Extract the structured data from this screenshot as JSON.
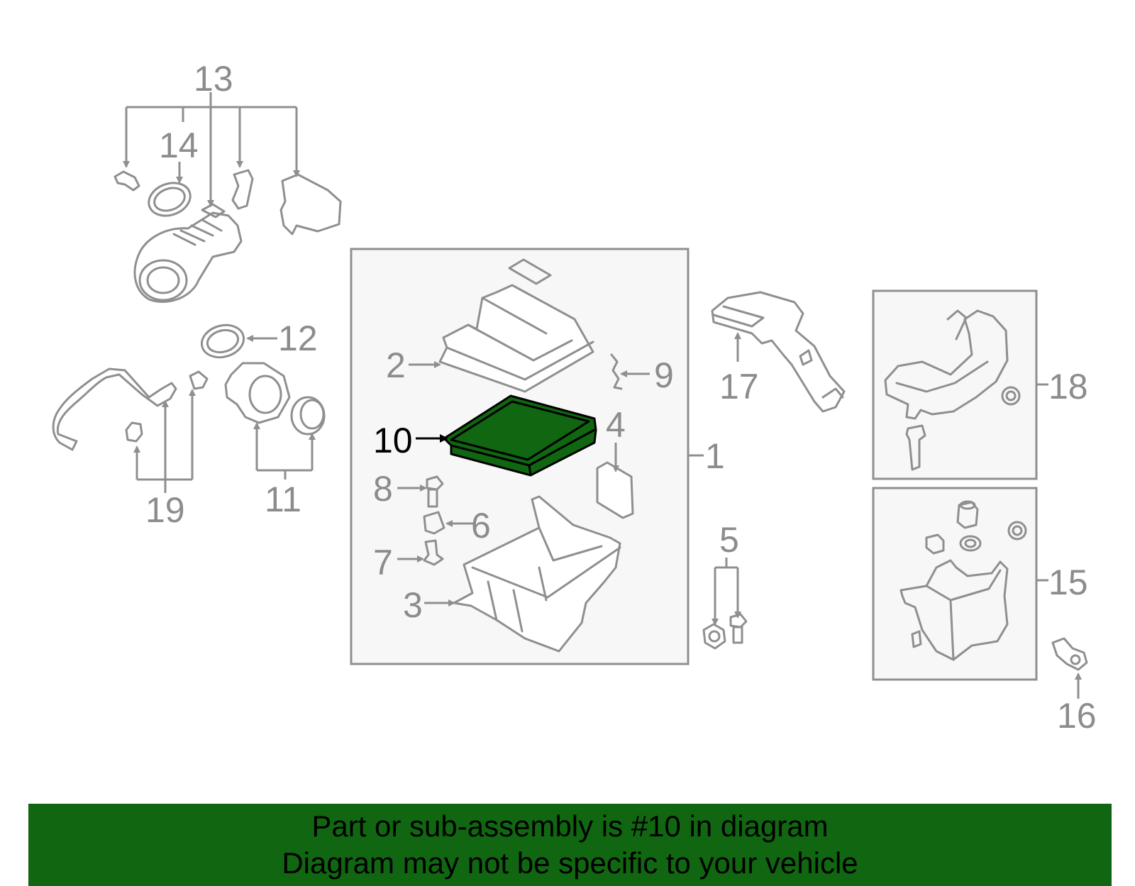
{
  "diagram": {
    "highlight_color": "#116611",
    "part_line_color": "#8f8f8f",
    "callouts": {
      "c1": "1",
      "c2": "2",
      "c3": "3",
      "c4": "4",
      "c5": "5",
      "c6": "6",
      "c7": "7",
      "c8": "8",
      "c9": "9",
      "c10": "10",
      "c11": "11",
      "c12": "12",
      "c13": "13",
      "c14": "14",
      "c15": "15",
      "c16": "16",
      "c17": "17",
      "c18": "18",
      "c19": "19"
    },
    "highlighted_part": "10"
  },
  "footer": {
    "line1": "Part or sub-assembly is #10 in diagram",
    "line2": "Diagram may not be specific to your vehicle",
    "background": "#116611"
  }
}
